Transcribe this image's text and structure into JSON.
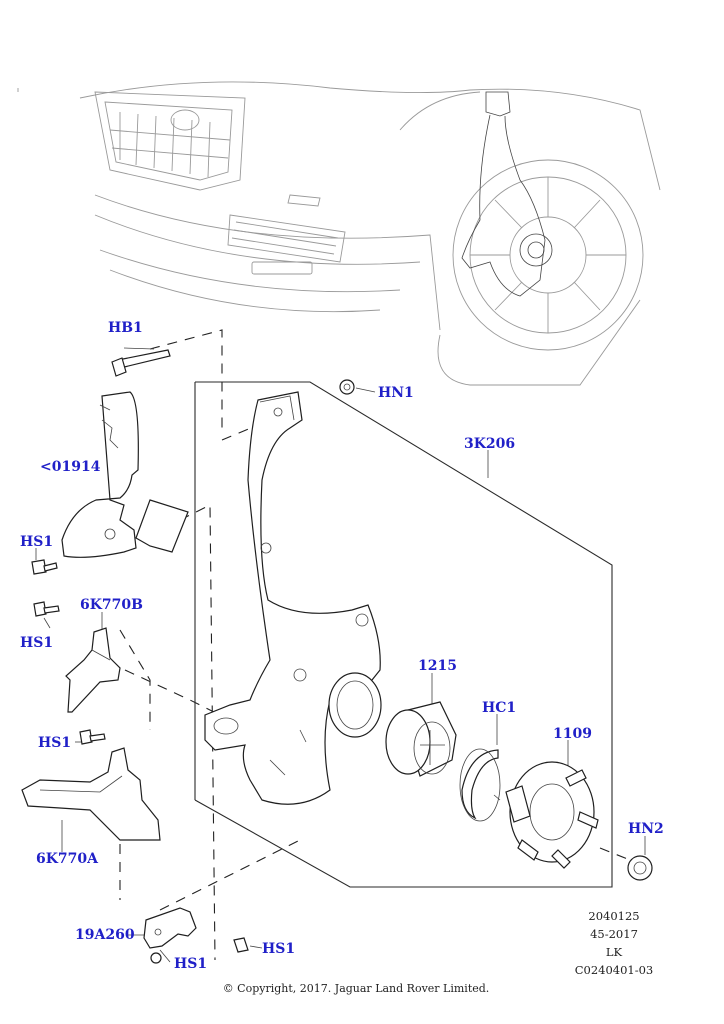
{
  "labels": {
    "hb1": "HB1",
    "hn1": "HN1",
    "k3k206": "3K206",
    "c01914": "<01914",
    "hs1_a": "HS1",
    "hs1_b": "HS1",
    "k6k770b": "6K770B",
    "k1215": "1215",
    "hc1": "HC1",
    "k1109": "1109",
    "hs1_c": "HS1",
    "hn2": "HN2",
    "k6k770a": "6K770A",
    "k19a260": "19A260",
    "hs1_d": "HS1",
    "hs1_e": "HS1"
  },
  "meta": {
    "line1": "2040125",
    "line2": "45-2017",
    "line3": "LK",
    "line4": "C0240401-03"
  },
  "copyright": "© Copyright, 2017. Jaguar Land Rover Limited."
}
